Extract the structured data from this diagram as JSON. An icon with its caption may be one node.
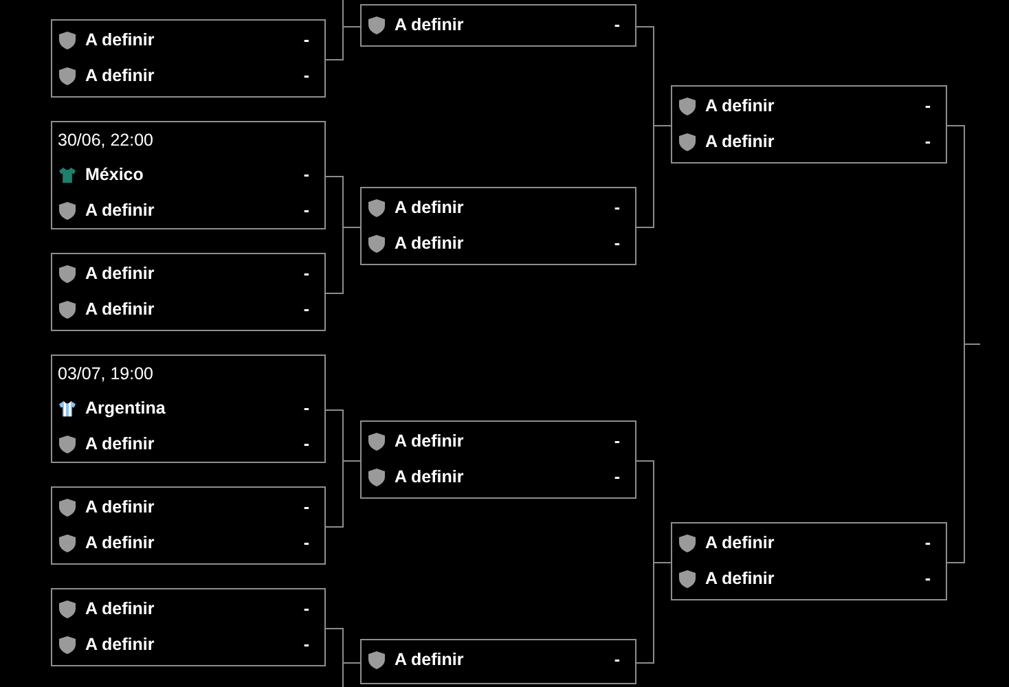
{
  "diagram": {
    "nodes": [
      {
        "text": [
          "A definir",
          "-"
        ]
      },
      {
        "text": [
          "A definir",
          "-",
          "A definir",
          "-"
        ]
      },
      {
        "text": [
          "A definir",
          "-",
          "A definir",
          "-"
        ]
      },
      {
        "text": [
          "30/06, 22:00",
          "México",
          "-",
          "A definir",
          "-"
        ]
      },
      {
        "text": [
          "A definir",
          "-",
          "A definir",
          "-"
        ]
      },
      {
        "text": [
          "A definir",
          "-",
          "A definir",
          "-"
        ]
      },
      {
        "text": [
          "03/07, 19:00",
          "Argentina",
          "-",
          "A definir",
          "-"
        ]
      },
      {
        "text": [
          "A definir",
          "-",
          "A definir",
          "-"
        ]
      },
      {
        "text": [
          "A definir",
          "-",
          "A definir",
          "-"
        ]
      },
      {
        "text": [
          "A definir",
          "-",
          "A definir",
          "-"
        ]
      },
      {
        "text": [
          "A definir",
          "-",
          "A definir",
          "-"
        ]
      },
      {
        "text": [
          "A definir",
          "-"
        ]
      }
    ],
    "edges": [
      {
        "from": null,
        "to": 0,
        "arrow": "none"
      },
      {
        "from": 1,
        "to": 0,
        "arrow": "none"
      },
      {
        "from": 0,
        "to": 2,
        "arrow": "none"
      },
      {
        "from": 3,
        "to": 4,
        "arrow": "none"
      },
      {
        "from": 5,
        "to": 4,
        "arrow": "none"
      },
      {
        "from": 4,
        "to": 2,
        "arrow": "none"
      },
      {
        "from": 2,
        "to": null,
        "arrow": "none"
      },
      {
        "from": 6,
        "to": 7,
        "arrow": "none"
      },
      {
        "from": 8,
        "to": 7,
        "arrow": "none"
      },
      {
        "from": 7,
        "to": 9,
        "arrow": "none"
      },
      {
        "from": 9,
        "to": null,
        "arrow": "none"
      },
      {
        "from": 10,
        "to": 11,
        "arrow": "none"
      },
      {
        "from": null,
        "to": 11,
        "arrow": "none"
      },
      {
        "from": 11,
        "to": 9,
        "arrow": "none"
      }
    ]
  }
}
